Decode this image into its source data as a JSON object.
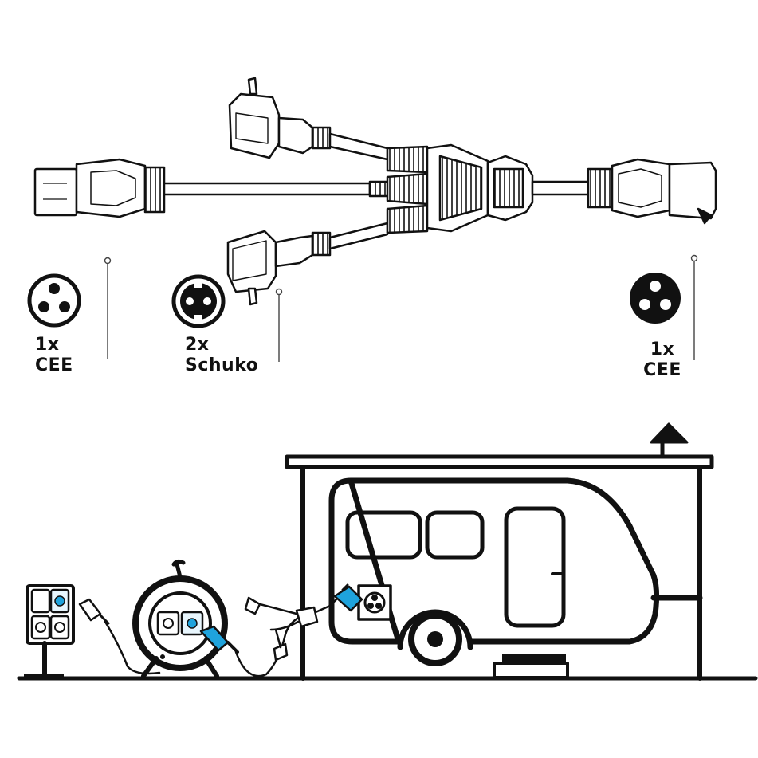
{
  "labels": {
    "cee_left": {
      "count": "1x",
      "type": "CEE"
    },
    "schuko": {
      "count": "2x",
      "type": "Schuko"
    },
    "cee_right": {
      "count": "1x",
      "type": "CEE"
    }
  },
  "icons": {
    "cee_left": "cee-socket-icon",
    "schuko": "schuko-socket-icon",
    "cee_right": "cee-plug-icon",
    "arrow": "arrow-up-icon"
  },
  "colors": {
    "line": "#111111",
    "accent_blue": "#1fa3dc",
    "background": "#ffffff"
  }
}
